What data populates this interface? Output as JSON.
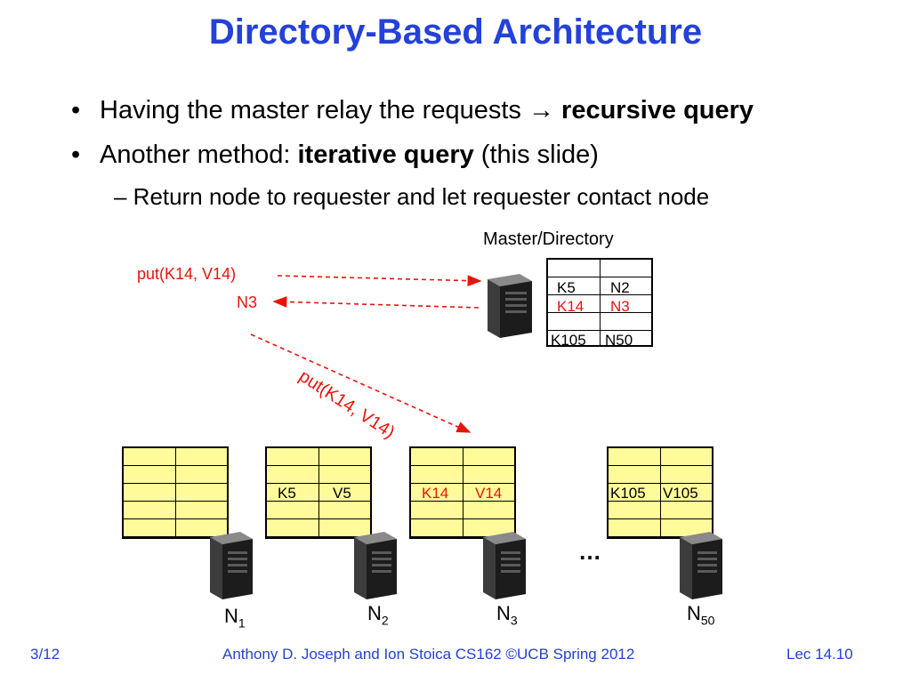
{
  "slide": {
    "title": "Directory-Based Architecture",
    "bullets": [
      {
        "pre": "Having the master relay the requests ",
        "arrow": "→ ",
        "bold": "recursive query"
      },
      {
        "pre": "Another method: ",
        "bold": "iterative query",
        "post": " (this slide)"
      }
    ],
    "sub_bullet": "– Return node to requester and let requester contact node"
  },
  "master": {
    "label": "Master/Directory",
    "rows": [
      {
        "key": "K5",
        "node": "N2"
      },
      {
        "key": "K14",
        "node": "N3"
      },
      {
        "key": "K105",
        "node": "N50"
      }
    ]
  },
  "requests": {
    "put_to_master": "put(K14, V14)",
    "reply": "N3",
    "put_to_node": "put(K14, V14)"
  },
  "nodes": [
    {
      "name": "N",
      "sub": "1",
      "key": "",
      "value": ""
    },
    {
      "name": "N",
      "sub": "2",
      "key": "K5",
      "value": "V5"
    },
    {
      "name": "N",
      "sub": "3",
      "key": "K14",
      "value": "V14"
    },
    {
      "name": "N",
      "sub": "50",
      "key": "K105",
      "value": "V105"
    }
  ],
  "ellipsis": "…",
  "footer": {
    "left": "3/12",
    "center": "Anthony D. Joseph and Ion Stoica CS162 ©UCB Spring 2012",
    "right": "Lec 14.10"
  },
  "colors": {
    "title": "#2441d8",
    "highlight": "#e8140c",
    "table_fill": "#fffb9b"
  }
}
